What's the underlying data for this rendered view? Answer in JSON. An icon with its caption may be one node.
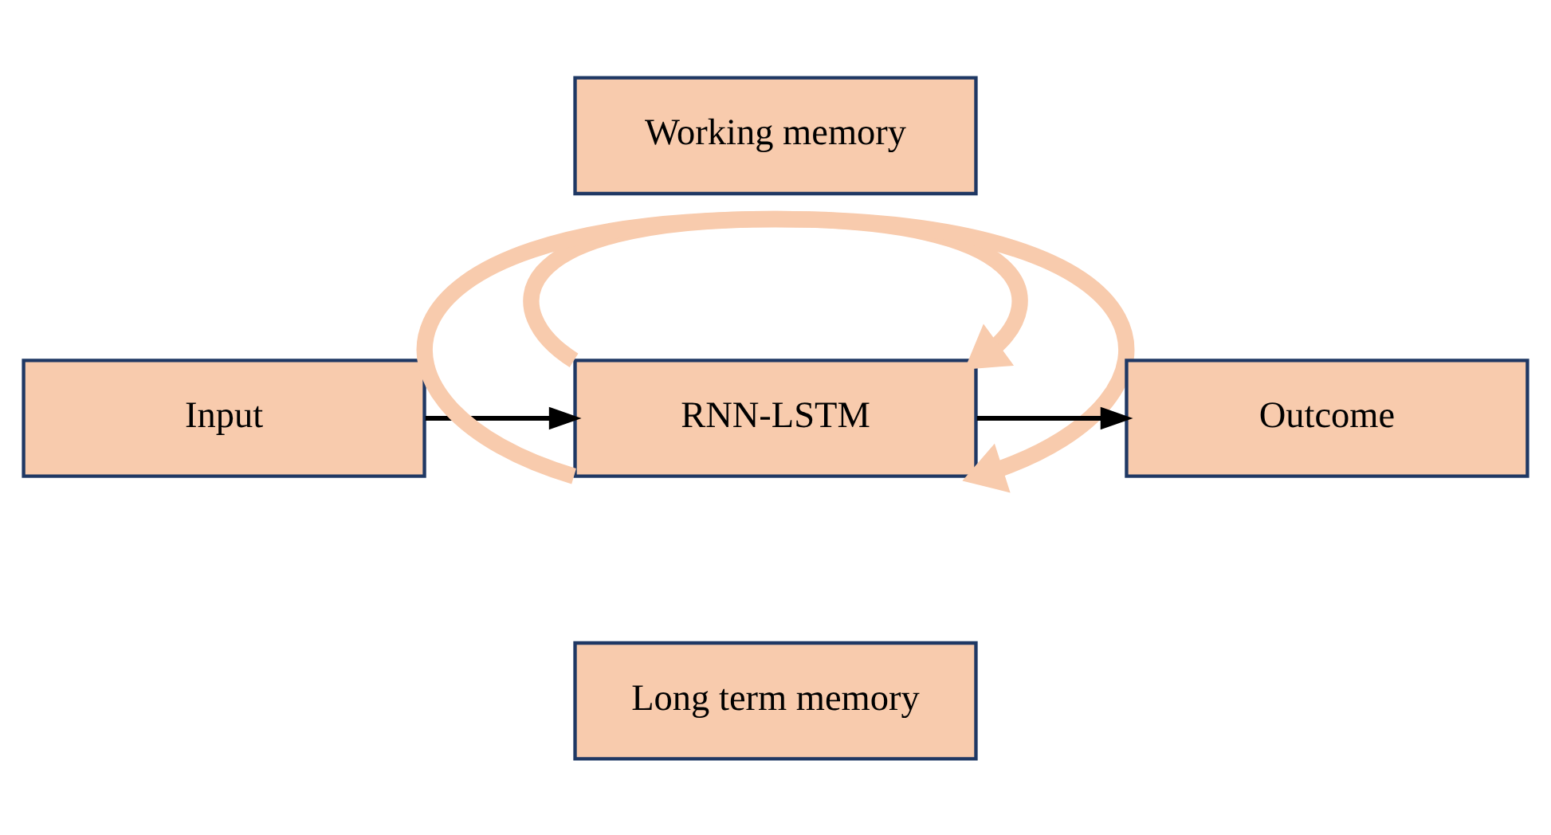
{
  "diagram": {
    "nodes": [
      {
        "text": [
          "Working memory"
        ]
      },
      {
        "text": [
          "Input"
        ]
      },
      {
        "text": [
          "RNN-LSTM"
        ]
      },
      {
        "text": [
          "Outcome"
        ]
      },
      {
        "text": [
          "Long term memory"
        ]
      }
    ],
    "edges": [
      {
        "from": 1,
        "to": 2,
        "arrow": "to"
      },
      {
        "from": 2,
        "to": 3,
        "arrow": "to"
      },
      {
        "from": 2,
        "to": 2,
        "arrow": "to",
        "style": "thick",
        "color": "#f8cbad"
      },
      {
        "from": 2,
        "to": 2,
        "arrow": "to",
        "style": "thick",
        "color": "#f8cbad"
      }
    ]
  }
}
